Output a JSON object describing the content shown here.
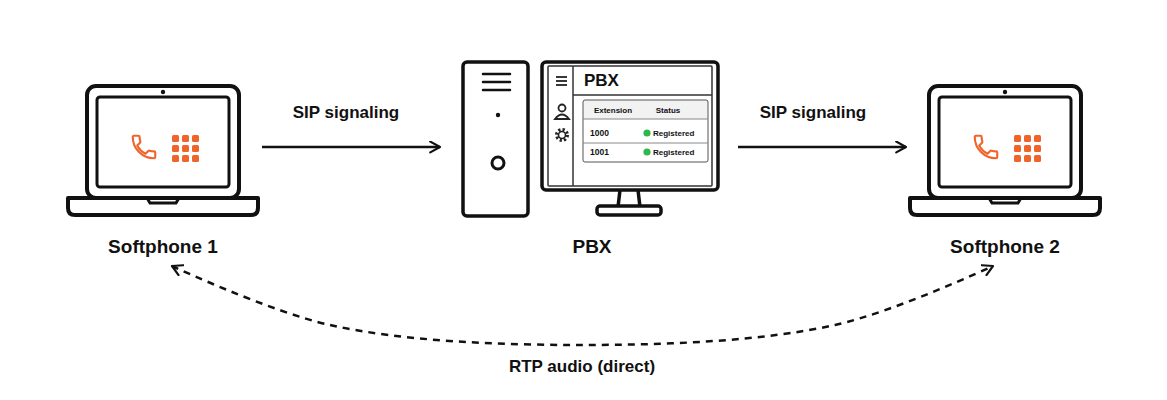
{
  "diagram": {
    "nodes": [
      {
        "text": [
          "Softphone 1"
        ]
      },
      {
        "text": [
          "PBX"
        ]
      },
      {
        "text": [
          "Softphone 2"
        ]
      }
    ],
    "edges": [
      {
        "from": 0,
        "to": 1,
        "arrow": "to",
        "label": "SIP signaling"
      },
      {
        "from": 1,
        "to": 2,
        "arrow": "to",
        "label": "SIP signaling"
      },
      {
        "from": 0,
        "to": 2,
        "arrow": "both",
        "label": "RTP audio (direct)"
      }
    ],
    "labels": [
      "PBX",
      "Extension",
      "Status",
      "1000",
      "Registered",
      "1001",
      "Registered"
    ]
  }
}
